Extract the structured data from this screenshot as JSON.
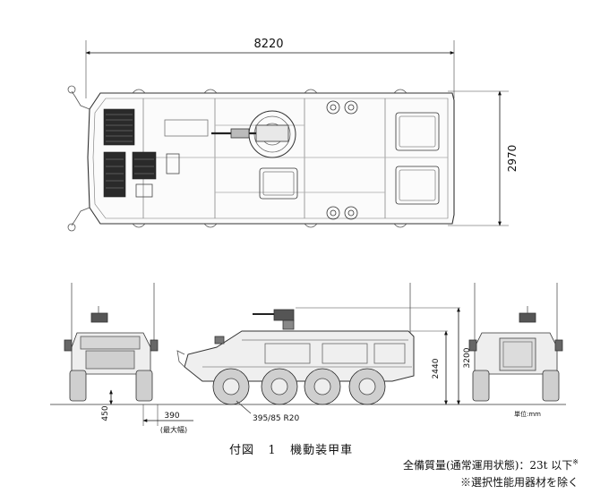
{
  "dimensions": {
    "length": "8220",
    "width": "2970",
    "height_total": "3200",
    "height_hull": "2440",
    "ground_clearance": "450",
    "track_overhang": "390",
    "track_overhang_note": "(最大幅)",
    "tire_size": "395/85 R20",
    "unit_note": "単位:mm"
  },
  "caption": {
    "figure_label": "付図",
    "figure_number": "1",
    "vehicle_name": "機動装甲車",
    "weight_note": "全備質量(通常運用状態)：23t 以下",
    "weight_note_mark": "※",
    "exclude_note": "※選択性能用器材を除く"
  }
}
